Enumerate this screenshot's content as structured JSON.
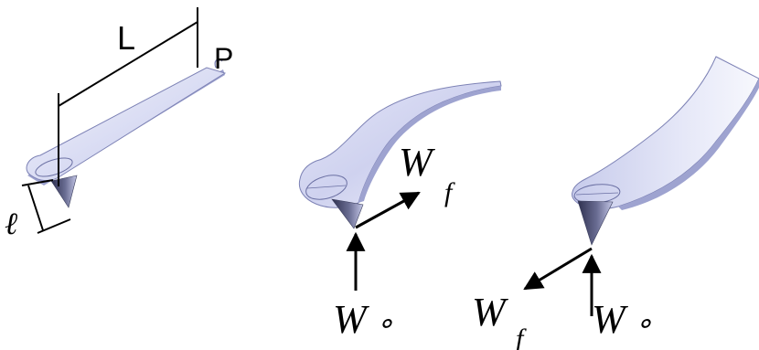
{
  "labels": {
    "length_L": "L",
    "point_P": "P",
    "tip_height": "ℓ",
    "force_W": "W",
    "subscript_f": "f",
    "subscript_o": "∘"
  },
  "colors": {
    "beam_light": "#eef0fb",
    "beam_mid": "#c9cdee",
    "beam_dark": "#8e93c4",
    "tip_dark": "#3e4060",
    "tip_light": "#b9bde0",
    "stroke": "#000000"
  }
}
